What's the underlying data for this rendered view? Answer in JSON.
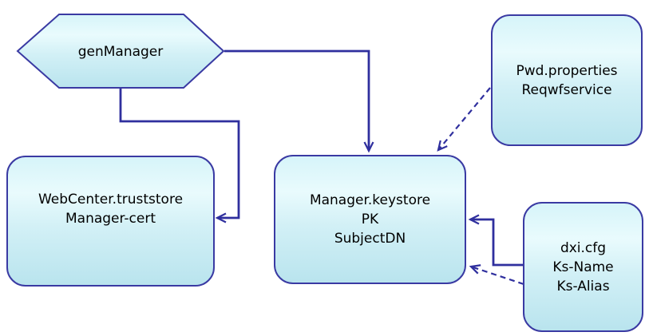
{
  "diagram": {
    "type": "flow-diagram",
    "background": "#ffffff",
    "colors": {
      "node_fill_top": "#D6F4F9",
      "node_fill_bottom": "#B9E4EE",
      "node_border": "#3A3AA3",
      "connector": "#2F2F9E",
      "text": "#000000"
    },
    "nodes": {
      "gen_manager": {
        "shape": "hexagon",
        "label": "genManager"
      },
      "pwd_properties": {
        "shape": "rounded-rect",
        "lines": [
          "Pwd.properties",
          "Reqwfservice"
        ]
      },
      "webcenter_truststore": {
        "shape": "rounded-rect",
        "lines": [
          "WebCenter.truststore",
          "Manager-cert"
        ]
      },
      "manager_keystore": {
        "shape": "rounded-rect",
        "lines": [
          "Manager.keystore",
          "PK",
          "SubjectDN"
        ]
      },
      "dxi_cfg": {
        "shape": "rounded-rect",
        "lines": [
          "dxi.cfg",
          "Ks-Name",
          "Ks-Alias"
        ]
      }
    },
    "edges": [
      {
        "from": "gen_manager",
        "to": "manager_keystore",
        "style": "solid-arrow"
      },
      {
        "from": "gen_manager",
        "to": "webcenter_truststore",
        "style": "solid-arrow"
      },
      {
        "from": "dxi_cfg",
        "to": "manager_keystore",
        "style": "solid-arrow"
      },
      {
        "from": "pwd_properties",
        "to": "manager_keystore",
        "style": "dashed-arrow"
      },
      {
        "from": "dxi_cfg",
        "to": "manager_keystore",
        "style": "dashed-arrow"
      }
    ]
  }
}
